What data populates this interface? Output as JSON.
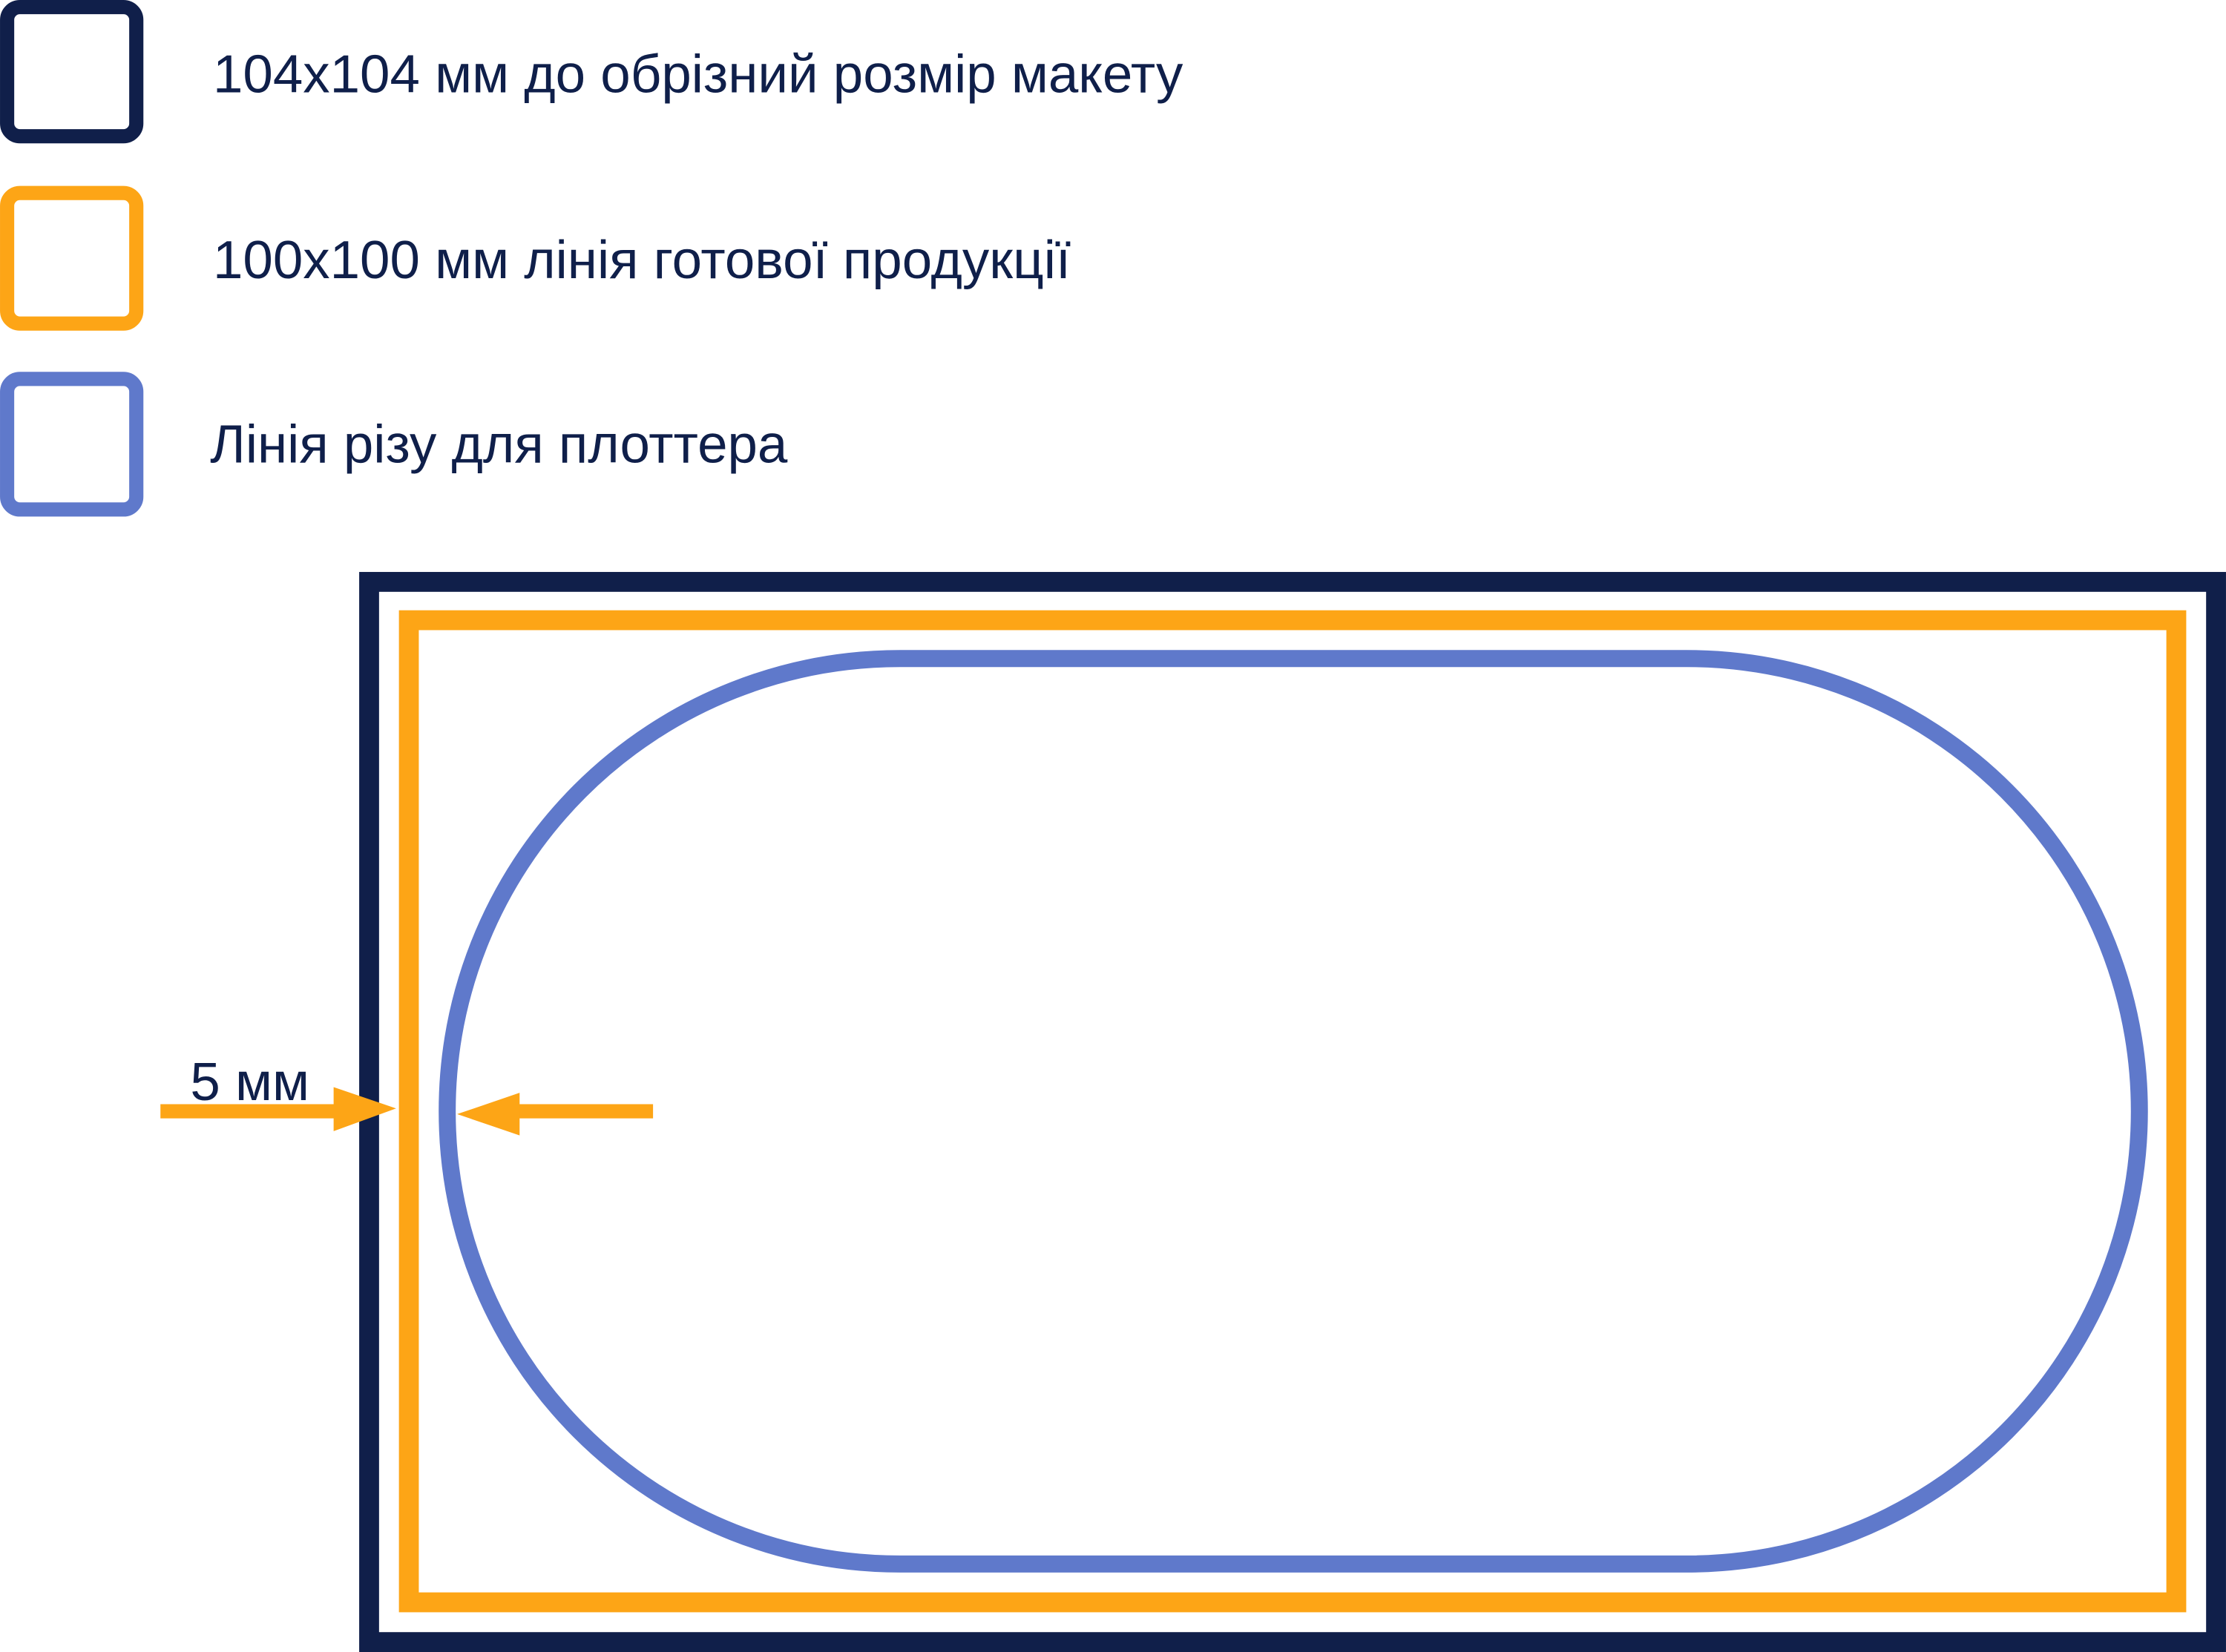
{
  "colors": {
    "bleed": "#101f4a",
    "trim": "#fda516",
    "cut": "#5f79cb",
    "text": "#0f1f4a"
  },
  "legend": [
    {
      "label": "104x104 мм до обрізний розмір макету",
      "color_key": "bleed"
    },
    {
      "label": "100x100 мм лінія готової продукції",
      "color_key": "trim"
    },
    {
      "label": "Лінія різу для плоттера",
      "color_key": "cut"
    }
  ],
  "diagram": {
    "dimension_label": "5 мм"
  }
}
